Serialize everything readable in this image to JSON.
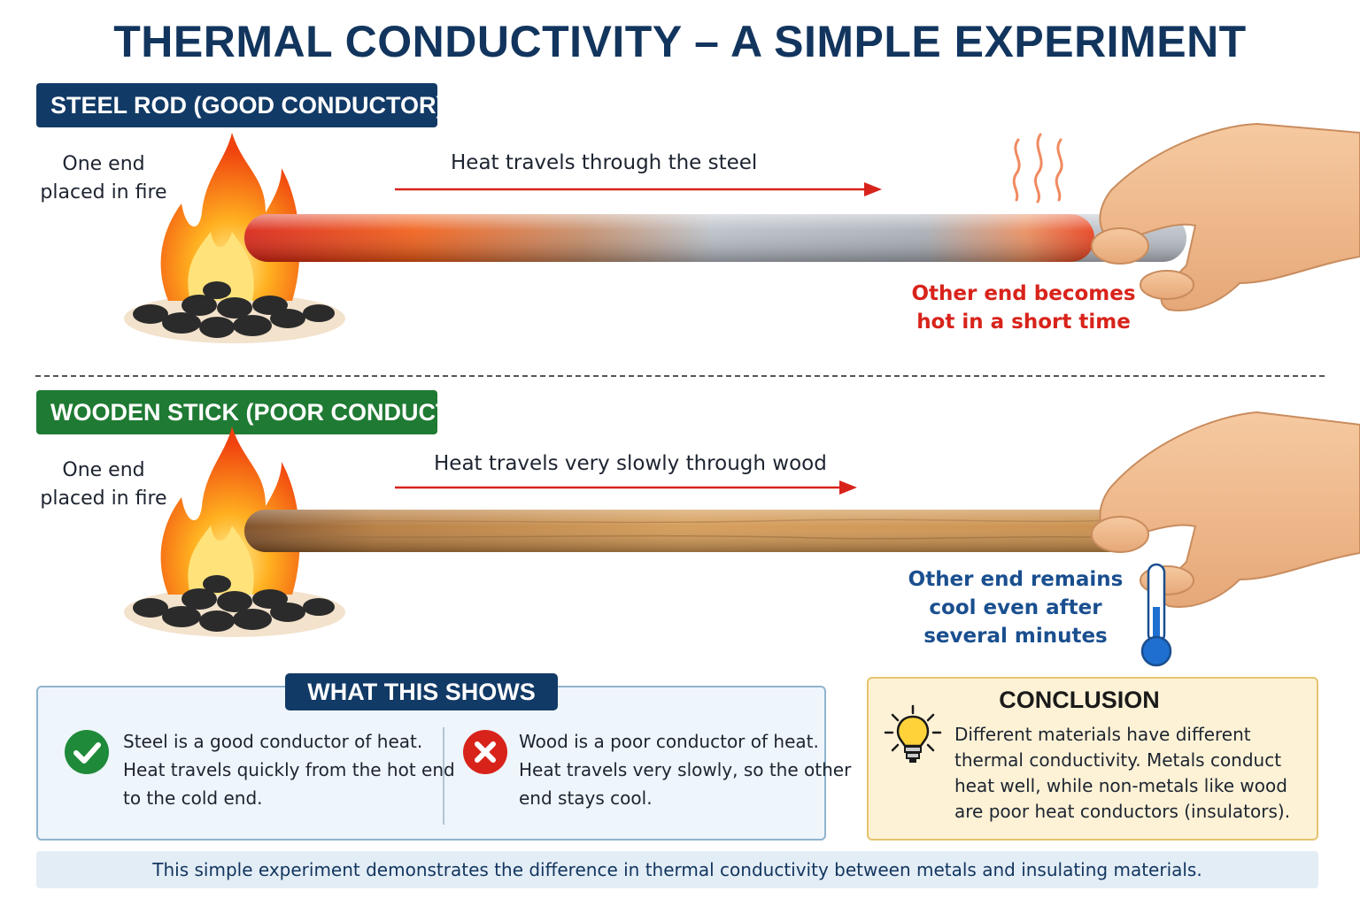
{
  "title": "THERMAL CONDUCTIVITY – A SIMPLE EXPERIMENT",
  "steel": {
    "badge": "STEEL ROD (GOOD CONDUCTOR)",
    "fire_label_line1": "One end",
    "fire_label_line2": "placed in fire",
    "flow_label": "Heat travels through the steel",
    "end_label_line1": "Other end becomes",
    "end_label_line2": "hot in a short time"
  },
  "wood": {
    "badge": "WOODEN STICK (POOR CONDUCTOR)",
    "fire_label_line1": "One end",
    "fire_label_line2": "placed in fire",
    "flow_label": "Heat travels very slowly through wood",
    "end_label_line1": "Other end remains",
    "end_label_line2": "cool even after",
    "end_label_line3": "several minutes"
  },
  "shows": {
    "title": "WHAT THIS SHOWS",
    "good_line1": "Steel is a good conductor of heat.",
    "good_line2": "Heat travels quickly from the hot end",
    "good_line3": "to the cold end.",
    "poor_line1": "Wood is a poor conductor of heat.",
    "poor_line2": "Heat travels very slowly, so the other",
    "poor_line3": "end stays cool."
  },
  "conclusion": {
    "title": "CONCLUSION",
    "line1": "Different materials have different",
    "line2": "thermal conductivity. Metals conduct",
    "line3": "heat well, while non-metals like wood",
    "line4": "are poor heat conductors (insulators)."
  },
  "footer": "This simple experiment demonstrates the difference in thermal conductivity between metals and insulating materials.",
  "colors": {
    "navy": "#123a66",
    "green": "#1f7a33",
    "hot_red": "#d8231b",
    "cool_blue": "#1a4f8f"
  },
  "icons": [
    "fire-icon",
    "hand-icon",
    "heat-waves-icon",
    "thermometer-icon",
    "check-icon",
    "cross-icon",
    "lightbulb-icon"
  ]
}
